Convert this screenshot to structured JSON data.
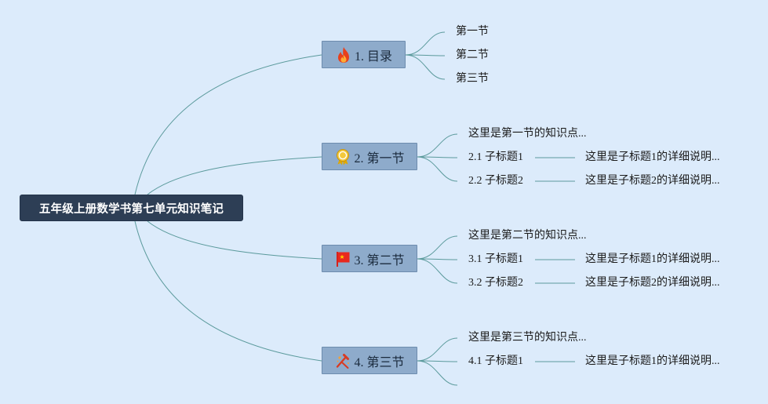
{
  "root": {
    "label": "五年级上册数学书第七单元知识笔记"
  },
  "branches": [
    {
      "label": "1. 目录",
      "icon": "fire-icon",
      "children": [
        {
          "text": "第一节"
        },
        {
          "text": "第二节"
        },
        {
          "text": "第三节"
        }
      ]
    },
    {
      "label": "2. 第一节",
      "icon": "award-medal-icon",
      "children": [
        {
          "text": "这里是第一节的知识点..."
        },
        {
          "text": "2.1 子标题1",
          "detail": "这里是子标题1的详细说明..."
        },
        {
          "text": "2.2 子标题2",
          "detail": "这里是子标题2的详细说明..."
        }
      ]
    },
    {
      "label": "3. 第二节",
      "icon": "red-flag-icon",
      "children": [
        {
          "text": "这里是第二节的知识点..."
        },
        {
          "text": "3.1 子标题1",
          "detail": "这里是子标题1的详细说明..."
        },
        {
          "text": "3.2 子标题2",
          "detail": "这里是子标题2的详细说明..."
        }
      ]
    },
    {
      "label": "4. 第三节",
      "icon": "tools-icon",
      "children": [
        {
          "text": "这里是第三节的知识点..."
        },
        {
          "text": "4.1 子标题1",
          "detail": "这里是子标题1的详细说明..."
        },
        {
          "text": ""
        }
      ]
    }
  ],
  "colors": {
    "background": "#dcebfb",
    "root_fill": "#2d3e55",
    "branch_fill": "#8eabcb",
    "connector": "#5b9a9c"
  }
}
